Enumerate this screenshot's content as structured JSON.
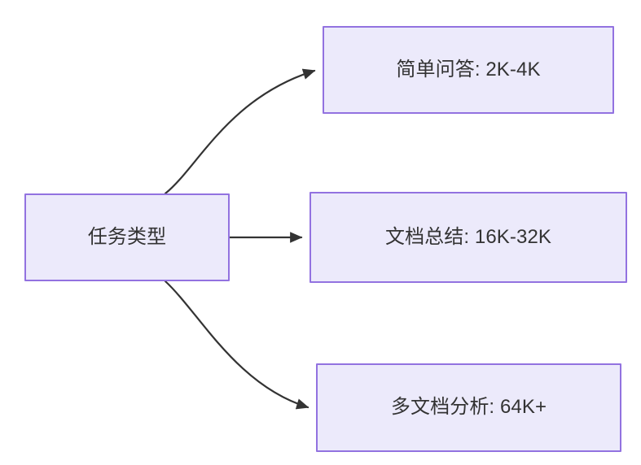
{
  "diagram": {
    "type": "flowchart",
    "direction": "left-to-right",
    "background_color": "#FFFFFF",
    "node_fill_color": "#ECEAFB",
    "node_border_color": "#9272E0",
    "node_text_color": "#333333",
    "edge_color": "#333333",
    "title": "",
    "nodes": [
      {
        "id": "task-type",
        "label": "任务类型",
        "role": "source"
      },
      {
        "id": "simple-qa",
        "label": "简单问答: 2K-4K",
        "role": "target"
      },
      {
        "id": "doc-summary",
        "label": "文档总结: 16K-32K",
        "role": "target"
      },
      {
        "id": "multi-doc",
        "label": "多文档分析: 64K+",
        "role": "target"
      }
    ],
    "edges": [
      {
        "from": "task-type",
        "to": "simple-qa",
        "label": "",
        "style": "curved",
        "arrowhead": "solid-triangle"
      },
      {
        "from": "task-type",
        "to": "doc-summary",
        "label": "",
        "style": "straight",
        "arrowhead": "solid-triangle"
      },
      {
        "from": "task-type",
        "to": "multi-doc",
        "label": "",
        "style": "curved",
        "arrowhead": "solid-triangle"
      }
    ]
  }
}
